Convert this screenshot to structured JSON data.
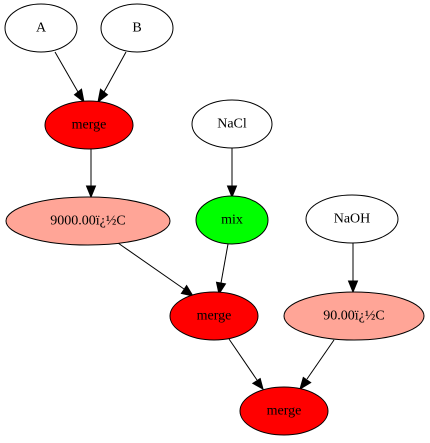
{
  "diagram": {
    "nodes": {
      "a": {
        "label": "A",
        "fill": "#ffffff"
      },
      "b": {
        "label": "B",
        "fill": "#ffffff"
      },
      "merge1": {
        "label": "merge",
        "fill": "#ff0000"
      },
      "nacl": {
        "label": "NaCl",
        "fill": "#ffffff"
      },
      "temp1": {
        "label": "9000.00ï¿½C",
        "fill": "#ffa597"
      },
      "mix": {
        "label": "mix",
        "fill": "#00ff00"
      },
      "naoh": {
        "label": "NaOH",
        "fill": "#ffffff"
      },
      "merge2": {
        "label": "merge",
        "fill": "#ff0000"
      },
      "temp2": {
        "label": "90.00ï¿½C",
        "fill": "#ffa597"
      },
      "merge3": {
        "label": "merge",
        "fill": "#ff0000"
      }
    },
    "edges": [
      {
        "from": "a",
        "to": "merge1"
      },
      {
        "from": "b",
        "to": "merge1"
      },
      {
        "from": "merge1",
        "to": "temp1"
      },
      {
        "from": "nacl",
        "to": "mix"
      },
      {
        "from": "temp1",
        "to": "merge2"
      },
      {
        "from": "mix",
        "to": "merge2"
      },
      {
        "from": "naoh",
        "to": "temp2"
      },
      {
        "from": "merge2",
        "to": "merge3"
      },
      {
        "from": "temp2",
        "to": "merge3"
      }
    ]
  }
}
